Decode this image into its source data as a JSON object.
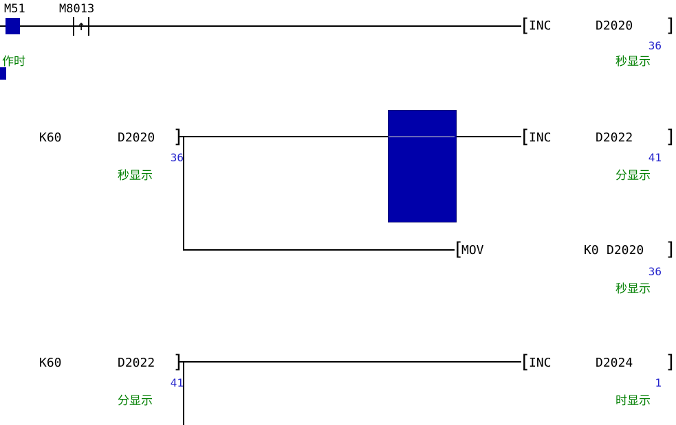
{
  "app": "plc-ladder-monitor",
  "colors": {
    "wire": "#000000",
    "monitor_value": "#2424cc",
    "comment": "#007f00",
    "cursor": "#0000aa",
    "contact_on": "#0000aa"
  },
  "symbols": {
    "open_bracket": "[",
    "close_bracket": "]",
    "pulse_up": "↑"
  },
  "rung1": {
    "contact1": "M51",
    "contact2": "M8013",
    "op": "INC",
    "operand": "D2020",
    "value": "36",
    "operand_comment": "秒显示",
    "left_comment": "作时"
  },
  "rung2": {
    "cmp_src": "K60",
    "cmp_dst": "D2020",
    "cmp_value": "36",
    "cmp_comment": "秒显示",
    "op": "INC",
    "operand": "D2022",
    "value": "41",
    "operand_comment": "分显示"
  },
  "rung2_branch": {
    "op": "MOV",
    "src": "K0",
    "dst": "D2020",
    "value": "36",
    "dst_comment": "秒显示"
  },
  "rung3": {
    "cmp_src": "K60",
    "cmp_dst": "D2022",
    "cmp_value": "41",
    "cmp_comment": "分显示",
    "op": "INC",
    "operand": "D2024",
    "value": "1",
    "operand_comment": "时显示"
  }
}
